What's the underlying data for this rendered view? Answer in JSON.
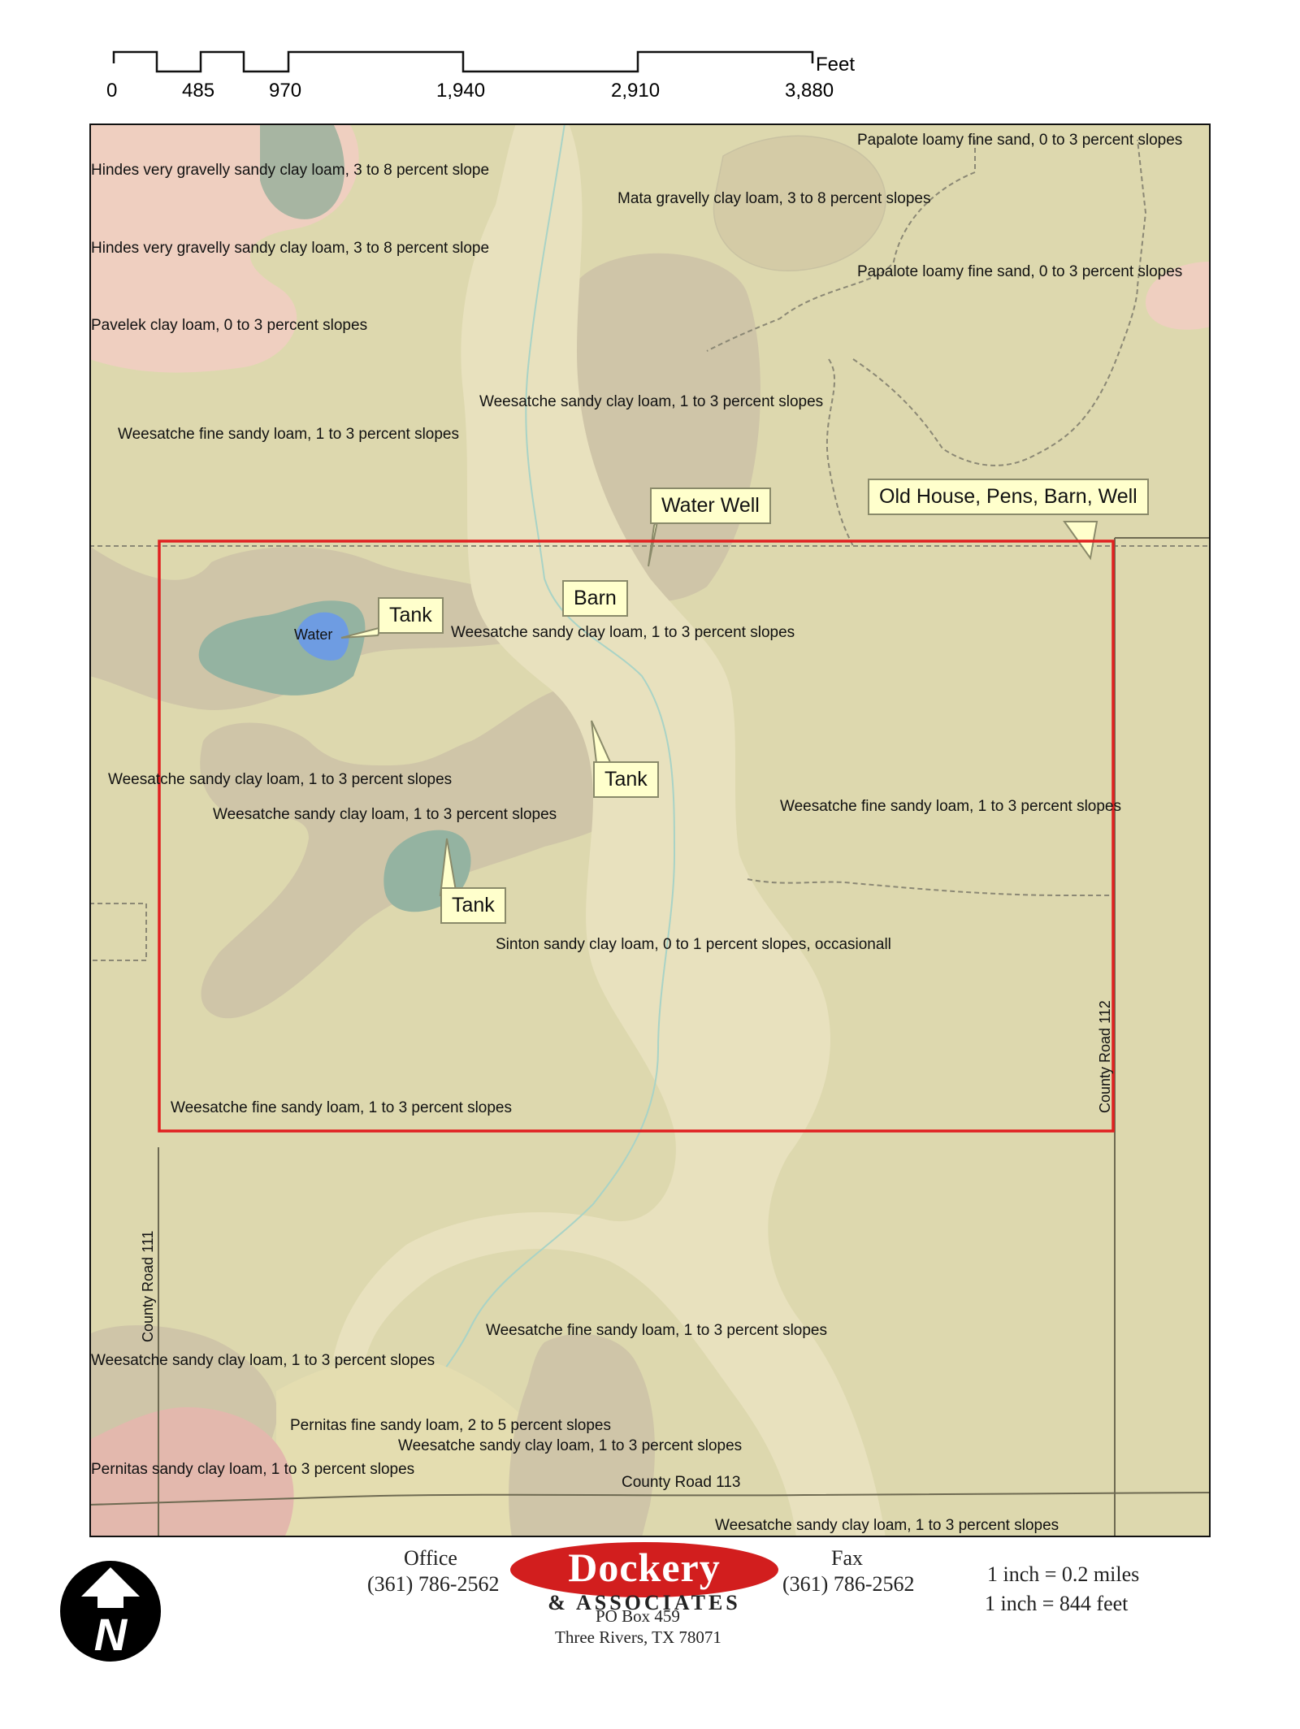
{
  "scale_bar": {
    "unit": "Feet",
    "ticks": [
      "0",
      "485",
      "970",
      "1,940",
      "2,910",
      "3,880"
    ]
  },
  "map_labels": {
    "papalote_1": "Papalote loamy fine sand, 0 to 3 percent slopes",
    "hindes_1": "Hindes very gravelly sandy clay loam, 3 to 8 percent slope",
    "mata": "Mata gravelly clay loam, 3 to 8 percent slopes",
    "hindes_2": "Hindes very gravelly sandy clay loam, 3 to 8 percent slope",
    "papalote_2": "Papalote loamy fine sand, 0 to 3 percent slopes",
    "pavelek": "Pavelek clay loam, 0 to 3 percent slopes",
    "weesatche_scl_1": "Weesatche sandy clay loam, 1 to 3 percent slopes",
    "weesatche_fsl_1": "Weesatche fine sandy loam, 1 to 3 percent slopes",
    "water": "Water",
    "weesatche_scl_2": "Weesatche sandy clay loam, 1 to 3 percent slopes",
    "weesatche_scl_3": "Weesatche sandy clay loam, 1 to 3 percent slopes",
    "weesatche_scl_4": "Weesatche sandy clay loam, 1 to 3 percent slopes",
    "weesatche_fsl_2": "Weesatche fine sandy loam, 1 to 3 percent slopes",
    "sinton": "Sinton sandy clay loam, 0 to 1 percent slopes, occasionall",
    "weesatche_fsl_3": "Weesatche fine sandy loam, 1 to 3 percent slopes",
    "weesatche_fsl_4": "Weesatche fine sandy loam, 1 to 3 percent slopes",
    "weesatche_scl_5": "Weesatche sandy clay loam, 1 to 3 percent slopes",
    "pernitas_fsl": "Pernitas fine sandy loam, 2 to 5 percent slopes",
    "weesatche_scl_6": "Weesatche sandy clay loam, 1 to 3 percent slopes",
    "pernitas_scl": "Pernitas sandy clay loam, 1 to 3 percent slopes",
    "weesatche_scl_7": "Weesatche sandy clay loam, 1 to 3 percent slopes",
    "road_111": "County Road 111",
    "road_112": "County Road 112",
    "road_113": "County Road 113"
  },
  "callouts": {
    "water_well": "Water Well",
    "old_house": "Old House, Pens, Barn, Well",
    "barn": "Barn",
    "tank_1": "Tank",
    "tank_2": "Tank",
    "tank_3": "Tank"
  },
  "footer": {
    "office_label": "Office",
    "office_phone": "(361) 786-2562",
    "fax_label": "Fax",
    "fax_phone": "(361) 786-2562",
    "company_name": "Dockery",
    "company_sub": "& ASSOCIATES",
    "po_box": "PO Box 459",
    "city": "Three Rivers, TX 78071",
    "scale_miles": "1 inch = 0.2 miles",
    "scale_feet": "1 inch = 844 feet",
    "north_letter": "N"
  },
  "colors": {
    "base_soil": "#ddd8ae",
    "weesatche_scl": "#cfc5a8",
    "sinton": "#e8e1be",
    "hindes": "#efcfc0",
    "pernitas": "#e3b8ad",
    "mata": "#d7cfa8",
    "tank": "#94b3a1",
    "water": "#6e9ce2",
    "boundary": "#e02020",
    "callout_fill": "#ffffcc",
    "logo_red": "#d21e1e"
  },
  "icons": {
    "north_arrow": "north-arrow-icon"
  }
}
